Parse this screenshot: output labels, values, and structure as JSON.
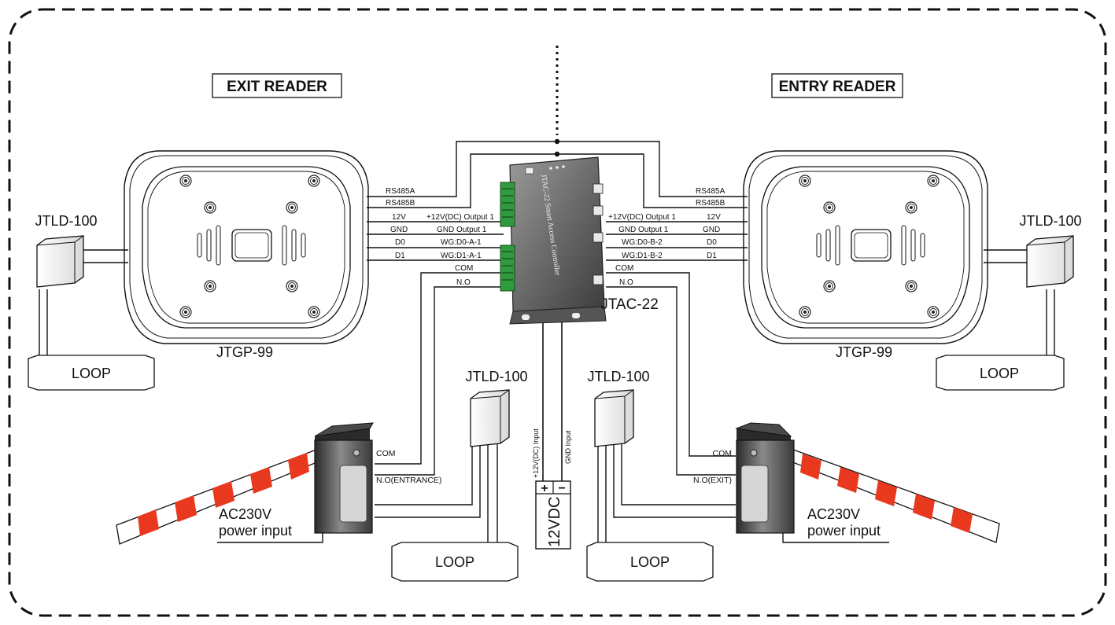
{
  "readers": {
    "exit": {
      "title": "EXIT READER",
      "model": "JTGP-99"
    },
    "entry": {
      "title": "ENTRY READER",
      "model": "JTGP-99"
    }
  },
  "loop_detectors": {
    "left_outer": {
      "model": "JTLD-100",
      "loop": "LOOP"
    },
    "right_outer": {
      "model": "JTLD-100",
      "loop": "LOOP"
    },
    "left_inner": {
      "model": "JTLD-100",
      "loop": "LOOP"
    },
    "right_inner": {
      "model": "JTLD-100",
      "loop": "LOOP"
    }
  },
  "controller": {
    "model": "JTAC-22",
    "body_text": "JTAC-22 Smart Access Controller"
  },
  "wires_left": {
    "rs485a": "RS485A",
    "rs485b": "RS485B",
    "v12": "12V",
    "gnd": "GND",
    "d0": "D0",
    "d1": "D1",
    "out12": "+12V(DC) Output 1",
    "gndout": "GND Output 1",
    "wgd0": "WG:D0-A-1",
    "wgd1": "WG:D1-A-1",
    "com": "COM",
    "no": "N.O"
  },
  "wires_right": {
    "rs485a": "RS485A",
    "rs485b": "RS485B",
    "v12": "12V",
    "gnd": "GND",
    "d0": "D0",
    "d1": "D1",
    "out12": "+12V(DC) Output 1",
    "gndout": "GND Output 1",
    "wgd0": "WG:D0-B-2",
    "wgd1": "WG:D1-B-2",
    "com": "COM",
    "no": "N.O"
  },
  "barriers": {
    "left": {
      "com": "COM",
      "no": "N.O(ENTRANCE)",
      "power1": "AC230V",
      "power2": "power input"
    },
    "right": {
      "com": "COM",
      "no": "N.O(EXIT)",
      "power1": "AC230V",
      "power2": "power input"
    }
  },
  "power_supply": {
    "label": "12VDC",
    "plus_input": "+12V(DC) Input",
    "gnd_input": "GND Input",
    "plus": "+",
    "minus": "−"
  }
}
